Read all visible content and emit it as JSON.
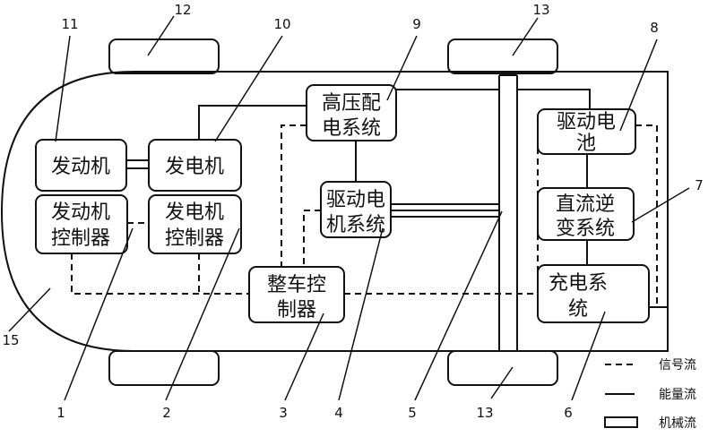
{
  "boxes": {
    "engine": {
      "line1": "发动机"
    },
    "generator": {
      "line1": "发电机"
    },
    "engine_controller": {
      "line1": "发动机",
      "line2": "控制器"
    },
    "generator_controller": {
      "line1": "发电机",
      "line2": "控制器"
    },
    "hv_distribution": {
      "line1": "高压配",
      "line2": "电系统"
    },
    "drive_motor": {
      "line1": "驱动电",
      "line2": "机系统"
    },
    "vehicle_controller": {
      "line1": "整车控",
      "line2": "制器"
    },
    "drive_battery": {
      "line1": "驱动电",
      "line2": "池"
    },
    "dc_inverter": {
      "line1": "直流逆",
      "line2": "变系统"
    },
    "charging": {
      "line1": "充电系",
      "line2": "统"
    }
  },
  "callouts": {
    "n1": "1",
    "n2": "2",
    "n3": "3",
    "n4": "4",
    "n5": "5",
    "n6": "6",
    "n7": "7",
    "n8": "8",
    "n9": "9",
    "n10": "10",
    "n11": "11",
    "n12": "12",
    "n13_top": "13",
    "n13_bottom": "13",
    "n15": "15"
  },
  "legend": {
    "signal": "信号流",
    "energy": "能量流",
    "mechanical": "机械流"
  }
}
